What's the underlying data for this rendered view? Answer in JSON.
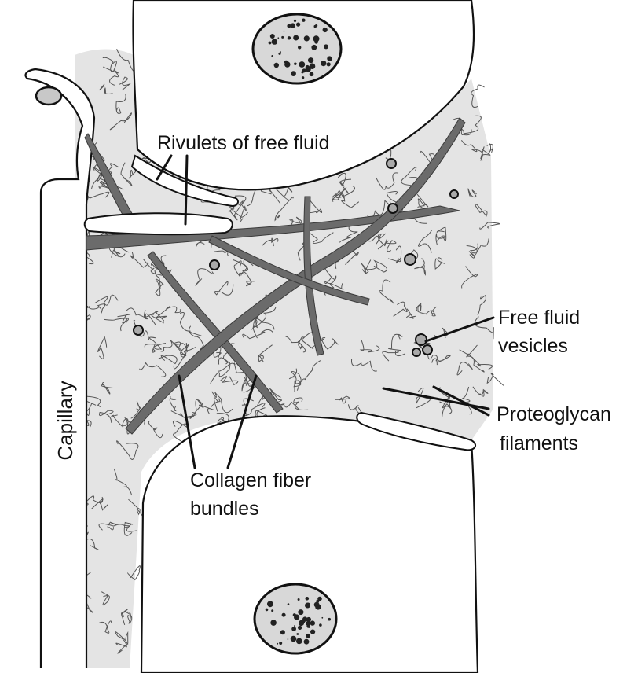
{
  "labels": {
    "capillary": "Capillary",
    "rivulets": "Rivulets of free fluid",
    "free_fluid_line1": "Free fluid",
    "free_fluid_line2": "vesicles",
    "proteoglycan_line1": "Proteoglycan",
    "proteoglycan_line2": "filaments",
    "collagen_line1": "Collagen fiber",
    "collagen_line2": "bundles"
  },
  "colors": {
    "interstitium": "#e4e4e4",
    "collagen": "#6b6b6b",
    "outline": "#111111",
    "filament": "#555555"
  }
}
